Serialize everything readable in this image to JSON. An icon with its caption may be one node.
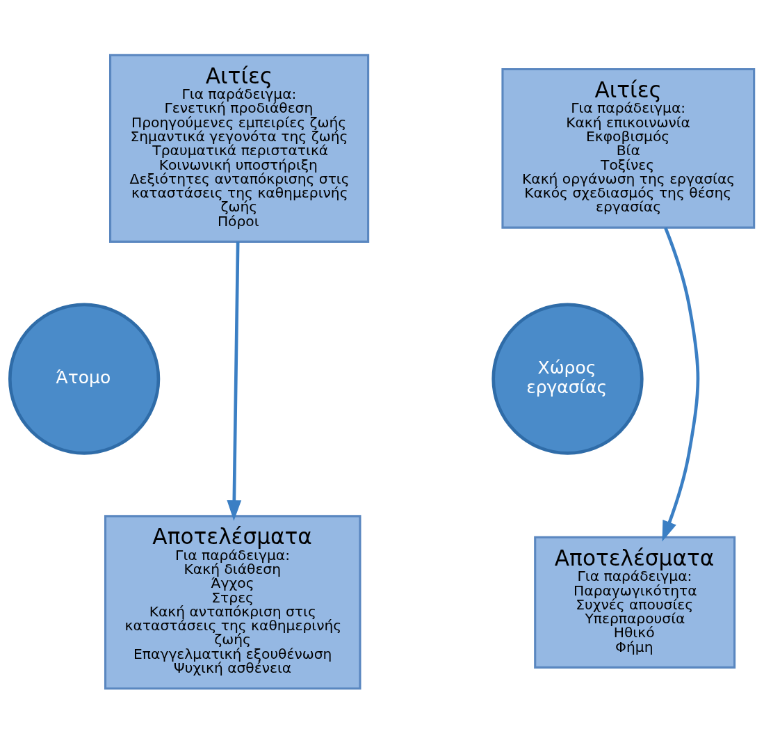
{
  "diagram": {
    "nodes": [
      {
        "text": [
          "Αιτίες",
          "Για παράδειγμα:",
          "Γενετική προδιάθεση",
          "Προηγούμενες εμπειρίες ζωής",
          "Σημαντικά γεγονότα της ζωής",
          "Τραυματικά περιστατικά",
          "Κοινωνική υποστήριξη",
          "Δεξιότητες ανταπόκρισης στις καταστάσεις της καθημερινής ζωής",
          "Πόροι"
        ]
      },
      {
        "text": [
          "Αιτίες",
          "Για παράδειγμα:",
          "Κακή επικοινωνία",
          "Εκφοβισμός",
          "Βία",
          "Τοξίνες",
          "Κακή οργάνωση της εργασίας",
          "Κακός σχεδιασμός της θέσης εργασίας"
        ]
      },
      {
        "text": [
          "Άτομο"
        ]
      },
      {
        "text": [
          "Χώρος εργασίας"
        ]
      },
      {
        "text": [
          "Αποτελέσματα",
          "Για παράδειγμα:",
          "Κακή διάθεση",
          "Άγχος",
          "Στρες",
          "Κακή ανταπόκριση στις καταστάσεις της καθημερινής ζωής",
          "Επαγγελματική εξουθένωση",
          "Ψυχική ασθένεια"
        ]
      },
      {
        "text": [
          "Αποτελέσματα",
          "Για παράδειγμα:",
          "Παραγωγικότητα",
          "Συχνές απουσίες",
          "Υπερπαρουσία",
          "Ηθικό",
          "Φήμη"
        ]
      }
    ],
    "edges": [
      {
        "from": 0,
        "to": 4,
        "arrow": "to"
      },
      {
        "from": 1,
        "to": 5,
        "arrow": "to"
      }
    ]
  }
}
